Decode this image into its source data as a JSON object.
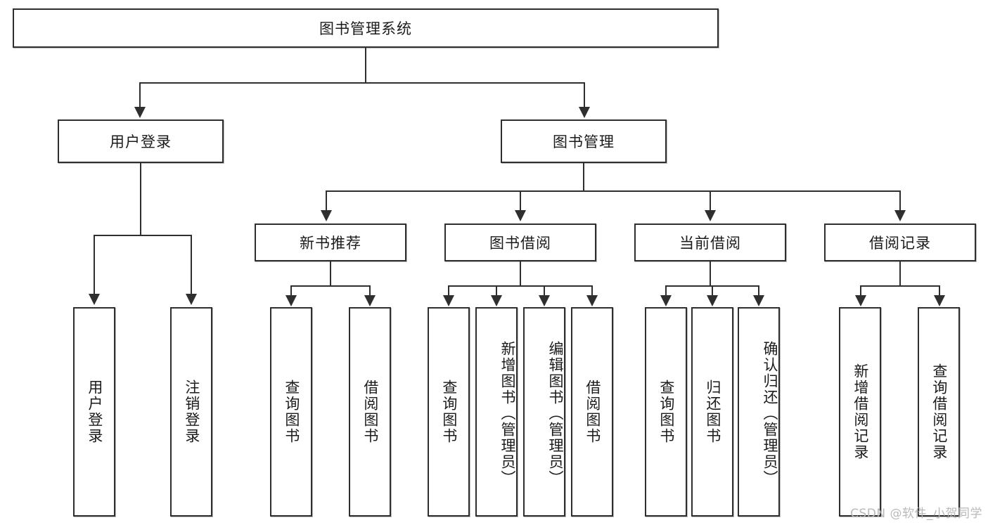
{
  "diagram": {
    "title": "图书管理系统",
    "type": "function-structure-tree",
    "root": {
      "label": "图书管理系统"
    },
    "level1": [
      {
        "label": "用户登录"
      },
      {
        "label": "图书管理"
      }
    ],
    "level2": [
      {
        "label": "新书推荐"
      },
      {
        "label": "图书借阅"
      },
      {
        "label": "当前借阅"
      },
      {
        "label": "借阅记录"
      }
    ],
    "leaves": {
      "user_login": [
        {
          "label": "用户登录"
        },
        {
          "label": "注销登录"
        }
      ],
      "new_book_recommend": [
        {
          "label": "查询图书"
        },
        {
          "label": "借阅图书"
        }
      ],
      "book_borrow": [
        {
          "label": "查询图书"
        },
        {
          "label": "新增图书（管理员）"
        },
        {
          "label": "编辑图书（管理员）"
        },
        {
          "label": "借阅图书"
        }
      ],
      "current_borrow": [
        {
          "label": "查询图书"
        },
        {
          "label": "归还图书"
        },
        {
          "label": "确认归还（管理员）"
        }
      ],
      "borrow_record": [
        {
          "label": "新增借阅记录"
        },
        {
          "label": "查询借阅记录"
        }
      ]
    }
  },
  "watermark": {
    "text": "CSDN @软件_小贺同学"
  },
  "colors": {
    "line": "#2f2f2f",
    "box_fill": "#ffffff",
    "text": "#1b1b1b",
    "watermark": "#b9b9b9"
  }
}
